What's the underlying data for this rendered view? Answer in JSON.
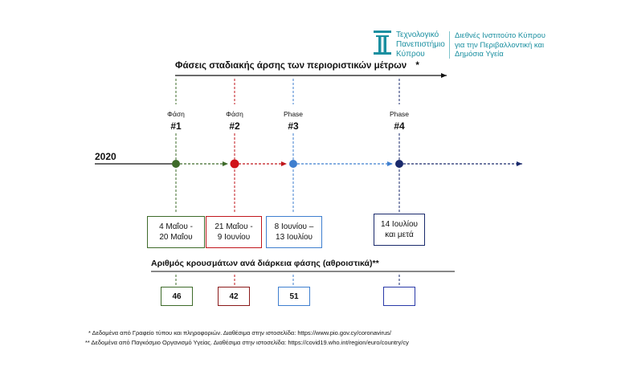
{
  "logo": {
    "university_line1": "Τεχνολογικό",
    "university_line2": "Πανεπιστήμιο",
    "university_line3": "Κύπρου",
    "institute_line1": "Διεθνές Ινστιτούτο Κύπρου",
    "institute_line2": "για την Περιβαλλοντική και",
    "institute_line3": "Δημόσια Υγεία"
  },
  "title": "Φάσεις σταδιακής άρσης των περιοριστικών μέτρων",
  "title_marker": "*",
  "year": "2020",
  "phases": [
    {
      "label": "Φάση",
      "number": "#1",
      "dates_line1": "4 Μαΐου -",
      "dates_line2": "20 Μαΐου",
      "cases": "46",
      "color": "#3e6b2a"
    },
    {
      "label": "Φάση",
      "number": "#2",
      "dates_line1": "21 Μαΐου -",
      "dates_line2": "9 Ιουνίου",
      "cases": "42",
      "color": "#c0161b"
    },
    {
      "label": "Phase",
      "number": "#3",
      "dates_line1": "8 Ιουνίου –",
      "dates_line2": "13 Ιουλίου",
      "cases": "51",
      "color": "#3f7fcf"
    },
    {
      "label": "Phase",
      "number": "#4",
      "dates_line1": "14 Ιουλίου",
      "dates_line2": "και μετά",
      "cases": "",
      "color": "#1a2a6c"
    }
  ],
  "cases_heading": "Αριθμός κρουσμάτων ανά διάρκεια φάσης (αθροιστικά)**",
  "footnote1": "* Δεδομένα από Γραφείο τύπου και πληροφοριών. Διαθέσιμα στην ιστοσελίδα: https://www.pio.gov.cy/coronavirus/",
  "footnote2": "** Δεδομένα από Παγκόσμιο Οργανισμό Υγείας. Διαθέσιμα στην ιστοσελίδα: https://covid19.who.int/region/euro/country/cy",
  "colors": {
    "brand_teal": "#1a8fa0",
    "timeline": "#111111"
  }
}
